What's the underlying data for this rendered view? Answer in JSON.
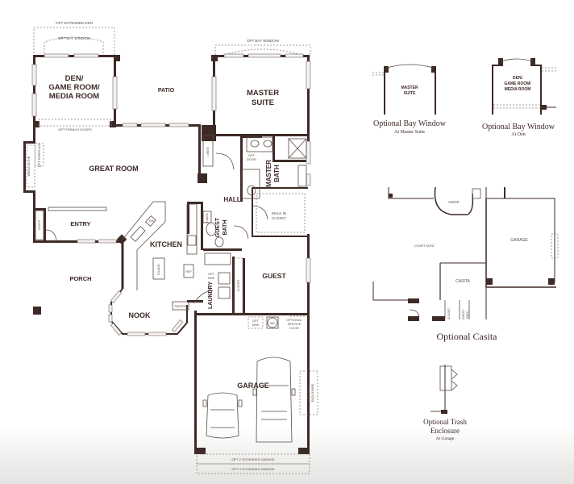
{
  "floorplan": {
    "rooms": {
      "den": [
        "DEN/",
        "GAME ROOM/",
        "MEDIA ROOM"
      ],
      "patio": "PATIO",
      "master_suite": [
        "MASTER",
        "SUITE"
      ],
      "great_room": "GREAT ROOM",
      "entry": "ENTRY",
      "kitchen": "KITCHEN",
      "porch": "PORCH",
      "nook": "NOOK",
      "hall": "HALL",
      "master_bath": [
        "MASTER",
        "BATH"
      ],
      "walk_in_closet": [
        "WALK IN",
        "CLOSET"
      ],
      "guest_bath": [
        "GUEST",
        "BATH"
      ],
      "laundry": "LAUNDRY",
      "guest": "GUEST",
      "garage": "GARAGE"
    },
    "annotations": {
      "opt_extended_den": "OPT EXTENDED DEN",
      "opt_bay_window_den": "OPT BAY WINDOW",
      "opt_bay_window_master": "OPT BAY WINDOW",
      "opt_french_doors": "OPT FRENCH DOORS",
      "media_niche": "MEDIA NICHE",
      "opt_fireplace": "OPT FIREPLACE",
      "coats": "COATS",
      "linen_hall": "LINEN",
      "linen_bath": "LINEN",
      "opt_door": [
        "OPT",
        "DOOR"
      ],
      "island": "ISLAND",
      "dw": "DW",
      "refrigerator": "REF",
      "pantry": "PANTRY",
      "opt_sink": [
        "OPT",
        "SINK"
      ],
      "closet": "CLOSET",
      "opt_sink_garage": [
        "OPT",
        "SINK"
      ],
      "water_heater": "WH",
      "optional_service_door": [
        "OPTIONAL",
        "SERVICE",
        "DOOR"
      ],
      "opt_trash_enclosure": [
        "OPT TRASH",
        "ENCLOSURE"
      ],
      "opt_2_extended_garage": "OPT 2' EXTENDED GARAGE",
      "opt_4_extended_garage": "OPT 4' EXTENDED GARAGE"
    }
  },
  "options": {
    "bay_master": {
      "room": [
        "MASTER",
        "SUITE"
      ],
      "title": "Optional Bay Window",
      "subtitle": "At Master Suite"
    },
    "bay_den": {
      "room": [
        "DEN/",
        "GAME ROOM/",
        "MEDIA ROOM"
      ],
      "title": "Optional Bay Window",
      "subtitle": "At Den"
    },
    "casita": {
      "rooms": {
        "nook": "NOOK",
        "courtyard": "COURTYARD",
        "garage": "GARAGE",
        "casita": "CASITA",
        "closet": "CLOSET",
        "guest_bath": [
          "GUEST",
          "BATH"
        ]
      },
      "title": "Optional Casita"
    },
    "trash": {
      "title": [
        "Optional Trash",
        "Enclosure"
      ],
      "subtitle": "At Garage"
    }
  }
}
